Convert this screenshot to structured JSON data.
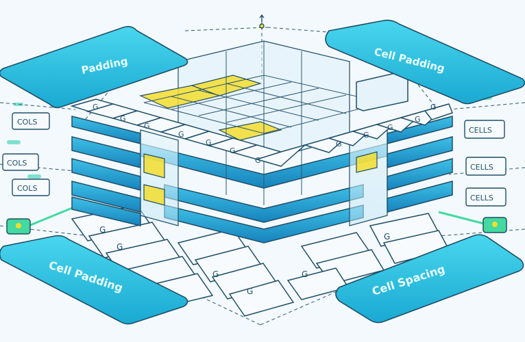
{
  "colors": {
    "background": "#f3f9fd",
    "teal": "#27bfdc",
    "teal_dark": "#0f7fb0",
    "blue_layer": "#1a98cf",
    "yellow": "#f3dd2e",
    "green": "#43d9a0",
    "outline": "#1f4e66",
    "tile": "#f7fbfe"
  },
  "labels": {
    "top_left": "Padding",
    "top_right": "Cell Padding",
    "bottom_left": "Cell Padding",
    "bottom_right": "Cell Spacing",
    "tag_left_1": "COLS",
    "tag_left_2": "COLS",
    "tag_left_3": "COLS",
    "tag_right_1": "CELLS",
    "tag_right_2": "CELLS",
    "tag_right_3": "CELLS"
  },
  "icons": {
    "top_arrow": "double-arrow-vertical-icon",
    "left_node": "leaf-node-icon",
    "right_node": "leaf-node-icon"
  }
}
